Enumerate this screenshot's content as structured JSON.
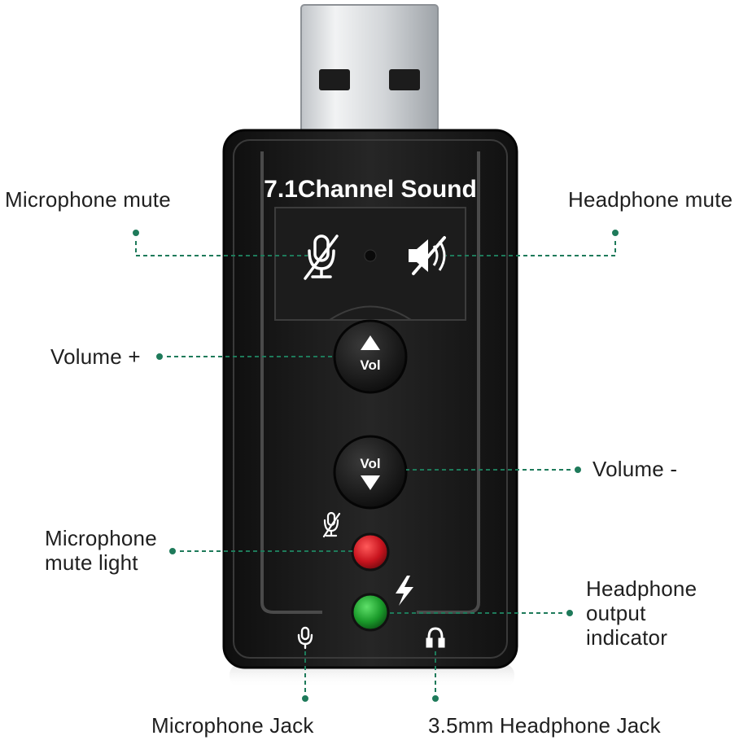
{
  "device": {
    "title": "7.1Channel Sound",
    "vol_up_label": "Vol",
    "vol_down_label": "Vol"
  },
  "callouts": {
    "microphone_mute": "Microphone mute",
    "headphone_mute": "Headphone mute",
    "volume_up": "Volume +",
    "volume_down": "Volume -",
    "mic_mute_light": [
      "Microphone",
      "mute light"
    ],
    "headphone_output": [
      "Headphone",
      "output",
      "indicator"
    ],
    "microphone_jack": "Microphone Jack",
    "headphone_jack": "3.5mm Headphone Jack"
  },
  "colors": {
    "leader_line": "#1e7a5a",
    "device_body": "#1b1b1b",
    "mic_led": "#c8141e",
    "headphone_led": "#1a9a2a",
    "usb_metal": "#d9dcdf"
  },
  "icons": {
    "mic_mute": "mic-muted-icon",
    "headphone_mute": "speaker-muted-icon",
    "mic_led_marker": "mic-muted-icon",
    "headphone_led_marker": "lightning-icon",
    "mic_jack": "microphone-icon",
    "headphone_jack": "headphone-icon"
  }
}
